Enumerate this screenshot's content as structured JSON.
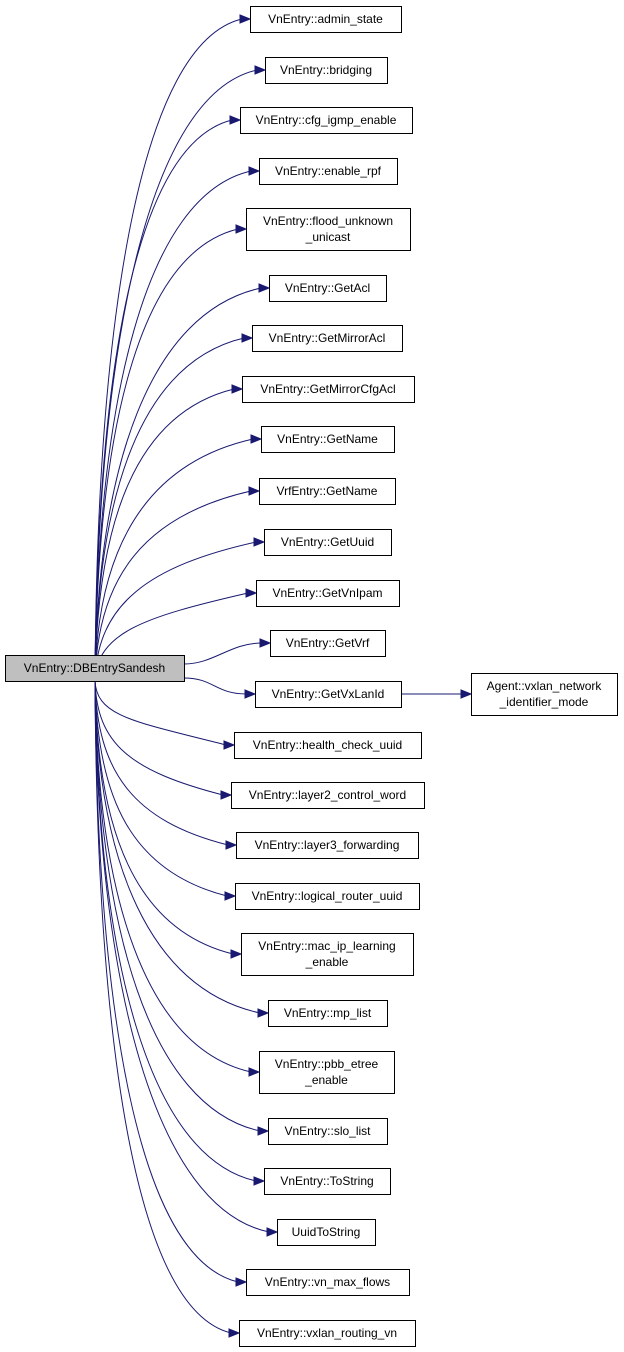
{
  "graph": {
    "root": {
      "id": "root",
      "lines": [
        "VnEntry::DBEntrySandesh"
      ]
    },
    "nodes": [
      {
        "id": "n1",
        "lines": [
          "VnEntry::admin_state"
        ]
      },
      {
        "id": "n2",
        "lines": [
          "VnEntry::bridging"
        ]
      },
      {
        "id": "n3",
        "lines": [
          "VnEntry::cfg_igmp_enable"
        ]
      },
      {
        "id": "n4",
        "lines": [
          "VnEntry::enable_rpf"
        ]
      },
      {
        "id": "n5",
        "lines": [
          "VnEntry::flood_unknown",
          "_unicast"
        ]
      },
      {
        "id": "n6",
        "lines": [
          "VnEntry::GetAcl"
        ]
      },
      {
        "id": "n7",
        "lines": [
          "VnEntry::GetMirrorAcl"
        ]
      },
      {
        "id": "n8",
        "lines": [
          "VnEntry::GetMirrorCfgAcl"
        ]
      },
      {
        "id": "n9",
        "lines": [
          "VnEntry::GetName"
        ]
      },
      {
        "id": "n10",
        "lines": [
          "VrfEntry::GetName"
        ]
      },
      {
        "id": "n11",
        "lines": [
          "VnEntry::GetUuid"
        ]
      },
      {
        "id": "n12",
        "lines": [
          "VnEntry::GetVnIpam"
        ]
      },
      {
        "id": "n13",
        "lines": [
          "VnEntry::GetVrf"
        ]
      },
      {
        "id": "n14",
        "lines": [
          "VnEntry::GetVxLanId"
        ]
      },
      {
        "id": "n15",
        "lines": [
          "VnEntry::health_check_uuid"
        ]
      },
      {
        "id": "n16",
        "lines": [
          "VnEntry::layer2_control_word"
        ]
      },
      {
        "id": "n17",
        "lines": [
          "VnEntry::layer3_forwarding"
        ]
      },
      {
        "id": "n18",
        "lines": [
          "VnEntry::logical_router_uuid"
        ]
      },
      {
        "id": "n19",
        "lines": [
          "VnEntry::mac_ip_learning",
          "_enable"
        ]
      },
      {
        "id": "n20",
        "lines": [
          "VnEntry::mp_list"
        ]
      },
      {
        "id": "n21",
        "lines": [
          "VnEntry::pbb_etree",
          "_enable"
        ]
      },
      {
        "id": "n22",
        "lines": [
          "VnEntry::slo_list"
        ]
      },
      {
        "id": "n23",
        "lines": [
          "VnEntry::ToString"
        ]
      },
      {
        "id": "n24",
        "lines": [
          "UuidToString"
        ]
      },
      {
        "id": "n25",
        "lines": [
          "VnEntry::vn_max_flows"
        ]
      },
      {
        "id": "n26",
        "lines": [
          "VnEntry::vxlan_routing_vn"
        ]
      },
      {
        "id": "n27",
        "lines": [
          "Agent::vxlan_network",
          "_identifier_mode"
        ]
      }
    ],
    "edges": [
      {
        "from": "root",
        "to": "n1"
      },
      {
        "from": "root",
        "to": "n2"
      },
      {
        "from": "root",
        "to": "n3"
      },
      {
        "from": "root",
        "to": "n4"
      },
      {
        "from": "root",
        "to": "n5"
      },
      {
        "from": "root",
        "to": "n6"
      },
      {
        "from": "root",
        "to": "n7"
      },
      {
        "from": "root",
        "to": "n8"
      },
      {
        "from": "root",
        "to": "n9"
      },
      {
        "from": "root",
        "to": "n10"
      },
      {
        "from": "root",
        "to": "n11"
      },
      {
        "from": "root",
        "to": "n12"
      },
      {
        "from": "root",
        "to": "n13"
      },
      {
        "from": "root",
        "to": "n14"
      },
      {
        "from": "root",
        "to": "n15"
      },
      {
        "from": "root",
        "to": "n16"
      },
      {
        "from": "root",
        "to": "n17"
      },
      {
        "from": "root",
        "to": "n18"
      },
      {
        "from": "root",
        "to": "n19"
      },
      {
        "from": "root",
        "to": "n20"
      },
      {
        "from": "root",
        "to": "n21"
      },
      {
        "from": "root",
        "to": "n22"
      },
      {
        "from": "root",
        "to": "n23"
      },
      {
        "from": "root",
        "to": "n24"
      },
      {
        "from": "root",
        "to": "n25"
      },
      {
        "from": "root",
        "to": "n26"
      },
      {
        "from": "n14",
        "to": "n27"
      }
    ],
    "colors": {
      "edge": "#191970",
      "root_fill": "#bfbfbf",
      "node_fill": "#ffffff",
      "border": "#000000"
    }
  }
}
